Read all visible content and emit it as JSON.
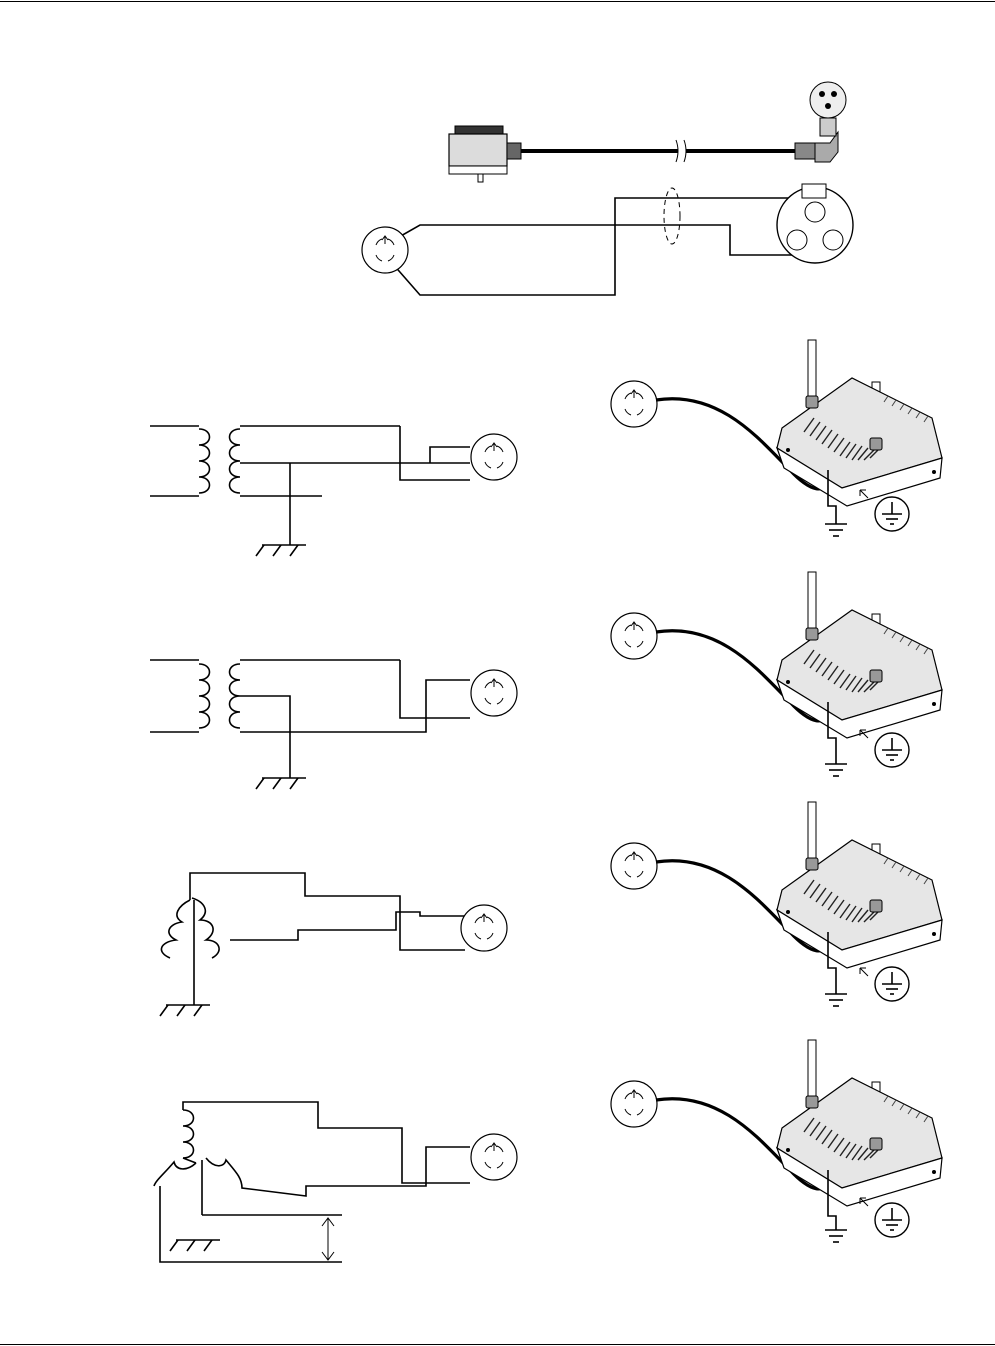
{
  "page": {
    "title": "",
    "header_rule": true,
    "footer_rule": true
  },
  "figure": {
    "top_assembly": {
      "items": [
        "power-supply-module",
        "cable",
        "right-angle-3-pin-connector",
        "3-pin-receptacle",
        "3-pin-socket-face",
        "cable-shield"
      ]
    },
    "configurations": [
      {
        "id": "single-phase-center-tap",
        "transformer": "coils",
        "grounded": true
      },
      {
        "id": "single-phase-end-ground",
        "transformer": "coils",
        "grounded": true
      },
      {
        "id": "three-phase-wye",
        "transformer": "wye",
        "grounded": true
      },
      {
        "id": "three-phase-delta-leg",
        "transformer": "delta",
        "grounded": true,
        "voltage_arrow": true
      }
    ],
    "fixture": {
      "parts": [
        "outlet",
        "cable",
        "lamp-housing",
        "ground-wire",
        "earth-ground-symbol",
        "protective-earth-symbol"
      ]
    },
    "colors": {
      "line": "#000000",
      "housing": "#d8d8d8",
      "housing_dark": "#555555"
    }
  }
}
